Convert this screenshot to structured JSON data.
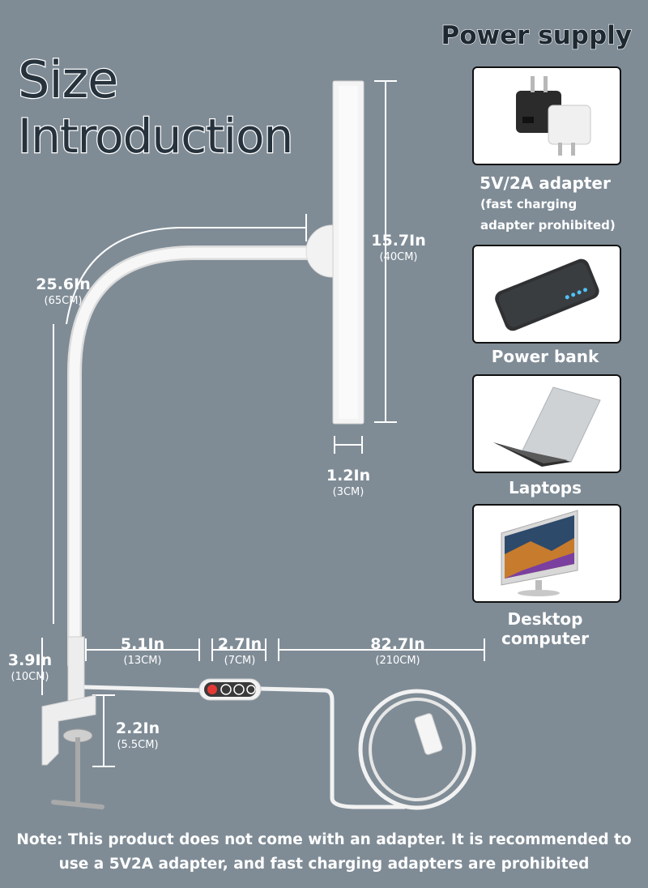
{
  "title": {
    "line1": "Size",
    "line2": "Introduction"
  },
  "dimensions": {
    "arm": {
      "in": "25.6In",
      "cm": "(65CM)"
    },
    "bar_length": {
      "in": "15.7In",
      "cm": "(40CM)"
    },
    "bar_width": {
      "in": "1.2In",
      "cm": "(3CM)"
    },
    "base_height": {
      "in": "3.9In",
      "cm": "(10CM)"
    },
    "cable1": {
      "in": "5.1In",
      "cm": "(13CM)"
    },
    "switch": {
      "in": "2.7In",
      "cm": "(7CM)"
    },
    "cable2": {
      "in": "82.7In",
      "cm": "(210CM)"
    },
    "clamp": {
      "in": "2.2In",
      "cm": "(5.5CM)"
    }
  },
  "power_supply": {
    "title": "Power supply",
    "items": [
      {
        "label": "5V/2A adapter",
        "note_line1": "(fast charging",
        "note_line2": "adapter prohibited)",
        "icon": "usb-adapter-icon"
      },
      {
        "label": "Power bank",
        "icon": "power-bank-icon"
      },
      {
        "label": "Laptops",
        "icon": "laptop-icon"
      },
      {
        "label": "Desktop computer",
        "icon": "desktop-computer-icon"
      }
    ]
  },
  "note": {
    "line1": "Note: This product does not come with an adapter. It is recommended to",
    "line2": "use a 5V2A adapter, and fast charging adapters are prohibited"
  },
  "colors": {
    "background": "#7f8c96",
    "title_fill": "#26323c",
    "lamp": "#f4f4f4",
    "switch": "#e53935"
  }
}
